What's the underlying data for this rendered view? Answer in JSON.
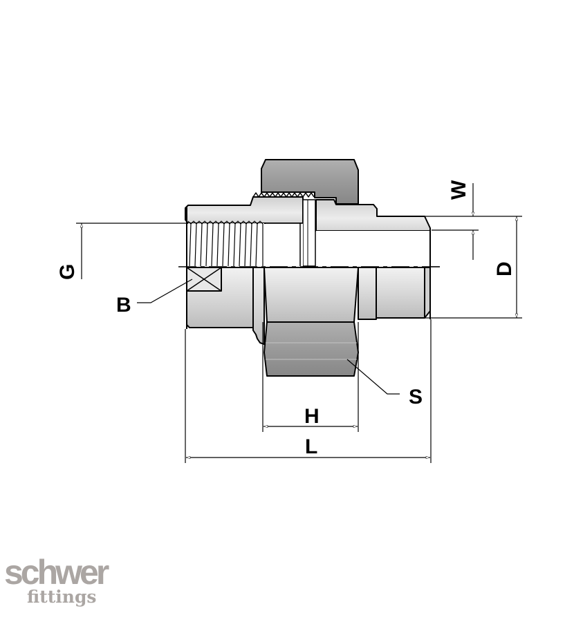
{
  "diagram": {
    "type": "technical-drawing",
    "subject": "pipe union fitting (female thread x male stub) cross-section",
    "labels": {
      "G": "G",
      "B": "B",
      "W": "W",
      "D": "D",
      "S": "S",
      "H": "H",
      "L": "L"
    },
    "colors": {
      "body_light": "#e6e6e6",
      "body_mid": "#c8c8c8",
      "nut_dark": "#8f8f8f",
      "outline": "#000000",
      "logo": "#aba6a3"
    }
  },
  "logo": {
    "brand": "schwer",
    "sub": "fittings"
  }
}
